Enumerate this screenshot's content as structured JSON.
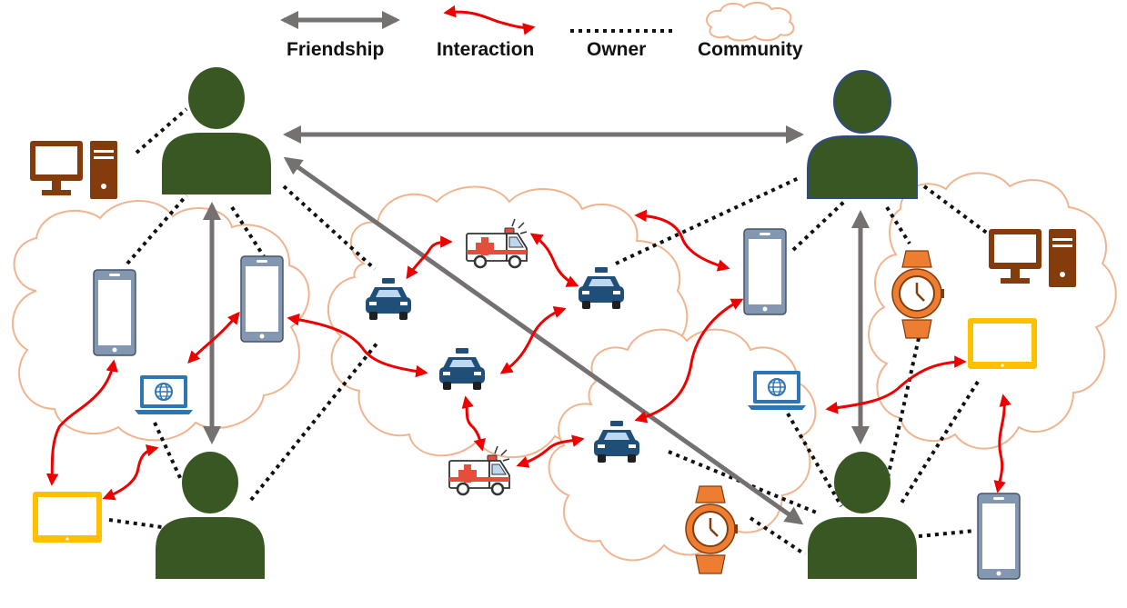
{
  "legend": {
    "friendship": "Friendship",
    "interaction": "Interaction",
    "owner": "Owner",
    "community": "Community"
  },
  "colors": {
    "person": "#385723",
    "friendship_arrow": "#767171",
    "interaction_arrow": "#ee0000",
    "community_outline": "#f0b48e",
    "car": "#1f4e79",
    "desktop": "#843c0c",
    "phone": "#8497b0",
    "tablet": "#ffc000",
    "laptop": "#2e75b6",
    "watch": "#ed7d31"
  },
  "icons": [
    "person-icon",
    "desktop-computer-icon",
    "smartphone-icon",
    "tablet-icon",
    "laptop-icon",
    "smartwatch-icon",
    "taxi-car-icon",
    "ambulance-icon"
  ]
}
